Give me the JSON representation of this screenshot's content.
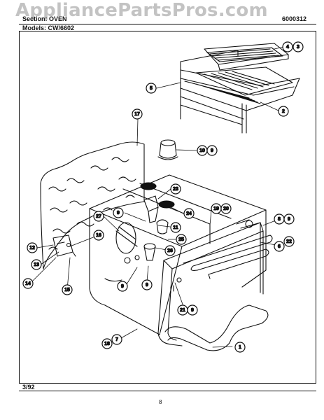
{
  "header": {
    "watermark": "AppliancePartsPros.com",
    "section_line": "Section: OVEN",
    "model_line": "Models: CW/6602",
    "part_number": "6000312"
  },
  "footer": {
    "date": "3/92",
    "page": "8"
  },
  "callouts": [
    {
      "id": "c-4",
      "label": "4"
    },
    {
      "id": "c-3",
      "label": "3"
    },
    {
      "id": "c-5",
      "label": "5"
    },
    {
      "id": "c-2",
      "label": "2"
    },
    {
      "id": "c-17",
      "label": "17"
    },
    {
      "id": "c-10",
      "label": "10"
    },
    {
      "id": "c-9a",
      "label": "9"
    },
    {
      "id": "c-23",
      "label": "23"
    },
    {
      "id": "c-9b",
      "label": "9"
    },
    {
      "id": "c-24",
      "label": "24"
    },
    {
      "id": "c-19",
      "label": "19"
    },
    {
      "id": "c-20",
      "label": "20"
    },
    {
      "id": "c-8",
      "label": "8"
    },
    {
      "id": "c-9c",
      "label": "9"
    },
    {
      "id": "c-27",
      "label": "27"
    },
    {
      "id": "c-11",
      "label": "11"
    },
    {
      "id": "c-16",
      "label": "16"
    },
    {
      "id": "c-25",
      "label": "25"
    },
    {
      "id": "c-26",
      "label": "26"
    },
    {
      "id": "c-6",
      "label": "6"
    },
    {
      "id": "c-22",
      "label": "22"
    },
    {
      "id": "c-12",
      "label": "12"
    },
    {
      "id": "c-13",
      "label": "13"
    },
    {
      "id": "c-14",
      "label": "14"
    },
    {
      "id": "c-15",
      "label": "15"
    },
    {
      "id": "c-9d",
      "label": "9"
    },
    {
      "id": "c-9e",
      "label": "9"
    },
    {
      "id": "c-21",
      "label": "21"
    },
    {
      "id": "c-9f",
      "label": "9"
    },
    {
      "id": "c-18",
      "label": "18"
    },
    {
      "id": "c-7",
      "label": "7"
    },
    {
      "id": "c-1",
      "label": "1"
    }
  ]
}
